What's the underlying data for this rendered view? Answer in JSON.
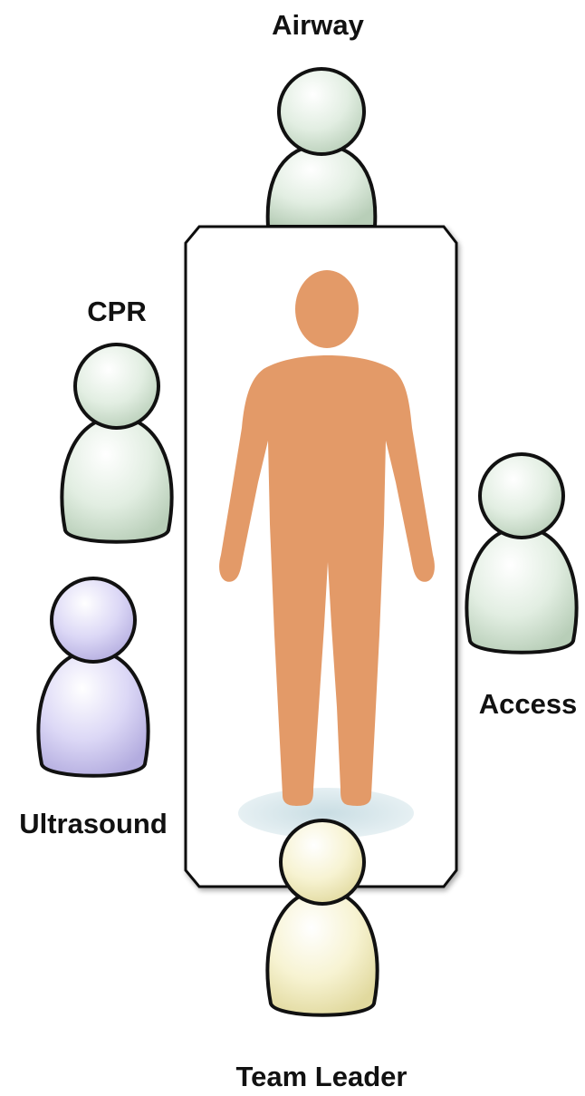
{
  "diagram": {
    "roles": [
      {
        "id": "airway",
        "label": "Airway",
        "color": "#d8e8d8"
      },
      {
        "id": "cpr",
        "label": "CPR",
        "color": "#d8e8d8"
      },
      {
        "id": "access",
        "label": "Access",
        "color": "#d8e8d8"
      },
      {
        "id": "ultrasound",
        "label": "Ultrasound",
        "color": "#d8d4f4"
      },
      {
        "id": "team-leader",
        "label": "Team Leader",
        "color": "#f6f2cc"
      }
    ],
    "patient_color": "#e39a68",
    "bed_color": "#ffffff"
  }
}
